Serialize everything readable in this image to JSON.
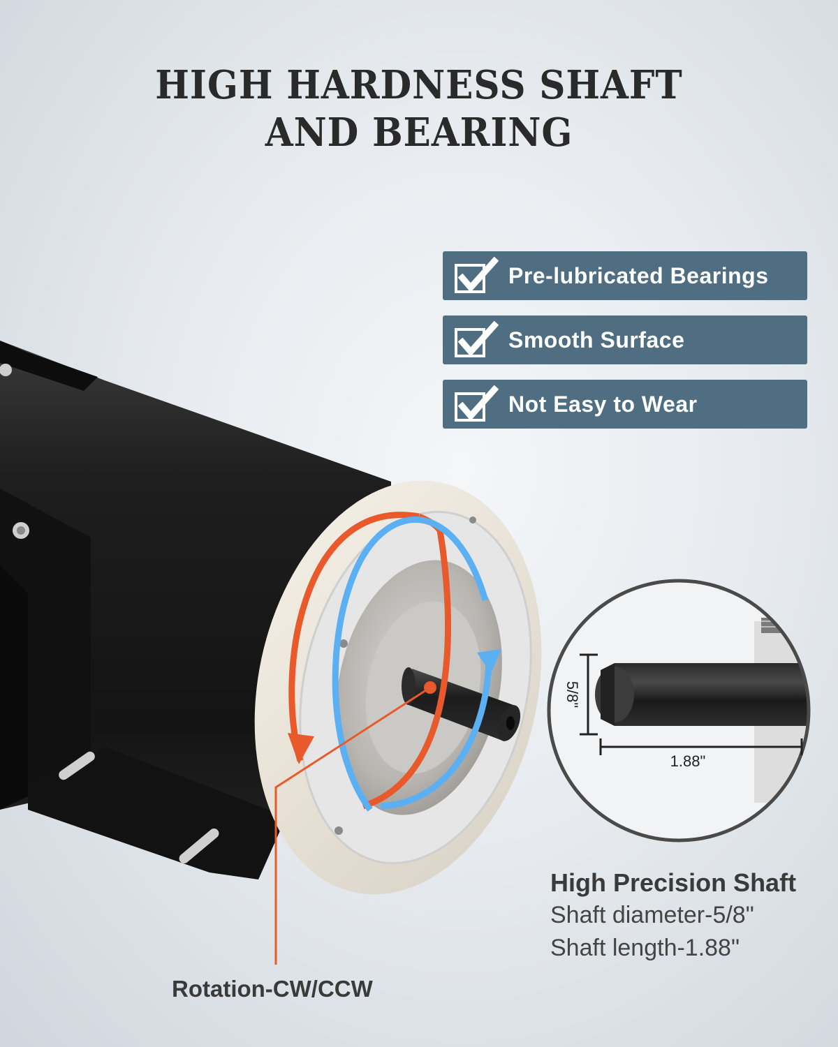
{
  "title": {
    "line1": "HIGH HARDNESS SHAFT",
    "line2": "AND BEARING"
  },
  "features": [
    {
      "label": "Pre-lubricated Bearings",
      "icon": "checkbox-checked-icon"
    },
    {
      "label": "Smooth Surface",
      "icon": "checkbox-checked-icon"
    },
    {
      "label": "Not Easy to Wear",
      "icon": "checkbox-checked-icon"
    }
  ],
  "rotation": {
    "label": "Rotation-CW/CCW"
  },
  "shaft_detail": {
    "diameter_dim": "5/8\"",
    "length_dim": "1.88\"",
    "heading": "High Precision Shaft",
    "diameter_text": "Shaft diameter-5/8\"",
    "length_text": "Shaft length-1.88\""
  },
  "colors": {
    "feature_bg": "#4f6e82",
    "cw_arrow": "#e8592b",
    "ccw_arrow": "#5ab0f2",
    "motor_body": "#1b1b1b",
    "end_bell": "#ece6dc"
  }
}
